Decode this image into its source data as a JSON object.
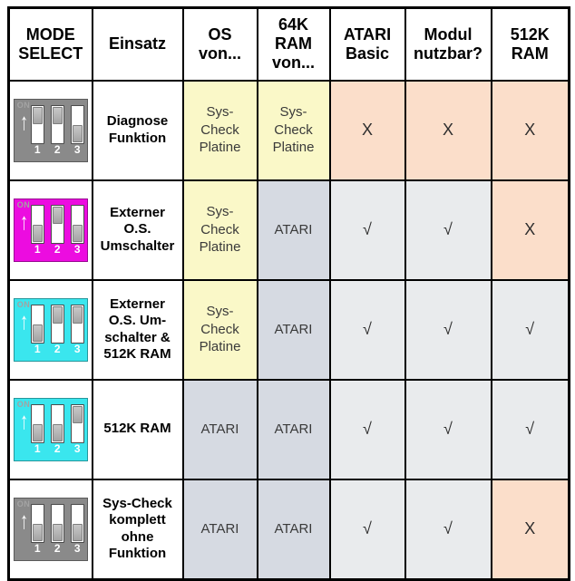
{
  "table": {
    "columns": [
      {
        "id": "mode_select",
        "label": "MODE\nSELECT"
      },
      {
        "id": "einsatz",
        "label": "Einsatz"
      },
      {
        "id": "os_von",
        "label": "OS\nvon..."
      },
      {
        "id": "ram64_von",
        "label": "64K\nRAM\nvon..."
      },
      {
        "id": "atari_basic",
        "label": "ATARI\nBasic"
      },
      {
        "id": "modul_nutzbar",
        "label": "Modul\nnutzbar?"
      },
      {
        "id": "ram512",
        "label": "512K\nRAM"
      }
    ],
    "rows": [
      {
        "dip": {
          "color": "gray",
          "switches": [
            "up",
            "up",
            "down"
          ]
        },
        "einsatz": "Diagnose\nFunktion",
        "os_von": "Sys-\nCheck\nPlatine",
        "ram64_von": "Sys-\nCheck\nPlatine",
        "atari_basic": "X",
        "modul_nutzbar": "X",
        "ram512": "X"
      },
      {
        "dip": {
          "color": "magenta",
          "switches": [
            "down",
            "up",
            "down"
          ]
        },
        "einsatz": "Externer\nO.S.\nUmschalter",
        "os_von": "Sys-\nCheck\nPlatine",
        "ram64_von": "ATARI",
        "atari_basic": "√",
        "modul_nutzbar": "√",
        "ram512": "X"
      },
      {
        "dip": {
          "color": "cyan",
          "switches": [
            "down",
            "up",
            "up"
          ]
        },
        "einsatz": "Externer\nO.S. Um-\nschalter &\n512K RAM",
        "os_von": "Sys-\nCheck\nPlatine",
        "ram64_von": "ATARI",
        "atari_basic": "√",
        "modul_nutzbar": "√",
        "ram512": "√"
      },
      {
        "dip": {
          "color": "cyan",
          "switches": [
            "down",
            "down",
            "up"
          ]
        },
        "einsatz": "512K RAM",
        "os_von": "ATARI",
        "ram64_von": "ATARI",
        "atari_basic": "√",
        "modul_nutzbar": "√",
        "ram512": "√"
      },
      {
        "dip": {
          "color": "gray",
          "switches": [
            "down",
            "down",
            "down"
          ]
        },
        "einsatz": "Sys-Check\nkomplett\nohne\nFunktion",
        "os_von": "ATARI",
        "ram64_von": "ATARI",
        "atari_basic": "√",
        "modul_nutzbar": "√",
        "ram512": "X"
      }
    ]
  },
  "dip": {
    "on_label": "ON",
    "up_arrow_icon": "↑",
    "numbers": [
      "1",
      "2",
      "3"
    ]
  },
  "marks": {
    "yes": "√",
    "no": "X"
  },
  "colors": {
    "dip_gray": "#8a8a8a",
    "dip_magenta": "#ec0ce0",
    "dip_cyan": "#3ae6ee",
    "cell_yellow": "#faf8c8",
    "cell_bluegray": "#d6dae2",
    "cell_lightgray": "#e9ebed",
    "cell_salmon": "#fbdeca",
    "table_border": "#000000"
  }
}
